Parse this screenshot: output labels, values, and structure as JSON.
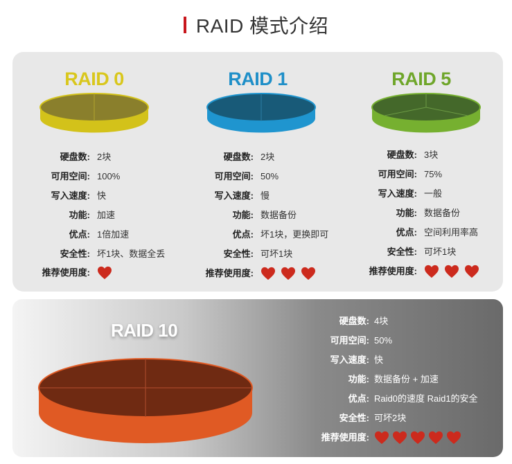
{
  "header": {
    "title": "RAID 模式介绍"
  },
  "colors": {
    "accent_red": "#c8161d",
    "raid0": "#d9c71c",
    "raid1": "#1f8fc8",
    "raid5": "#6fa62a",
    "raid10": "#e05a24",
    "heart": "#cc2a1d"
  },
  "raids": [
    {
      "name": "RAID 0",
      "rows": [
        {
          "label": "硬盘数:",
          "value": "2块"
        },
        {
          "label": "可用空间:",
          "value": "100%"
        },
        {
          "label": "写入速度:",
          "value": "快"
        },
        {
          "label": "功能:",
          "value": "加速"
        },
        {
          "label": "优点:",
          "value": "1倍加速"
        },
        {
          "label": "安全性:",
          "value": "坏1块、数据全丢"
        }
      ],
      "recommend_label": "推荐使用度:",
      "hearts": 1
    },
    {
      "name": "RAID 1",
      "rows": [
        {
          "label": "硬盘数:",
          "value": "2块"
        },
        {
          "label": "可用空间:",
          "value": "50%"
        },
        {
          "label": "写入速度:",
          "value": "慢"
        },
        {
          "label": "功能:",
          "value": "数据备份"
        },
        {
          "label": "优点:",
          "value": "坏1块，更换即可"
        },
        {
          "label": "安全性:",
          "value": "可坏1块"
        }
      ],
      "recommend_label": "推荐使用度:",
      "hearts": 3
    },
    {
      "name": "RAID 5",
      "rows": [
        {
          "label": "硬盘数:",
          "value": "3块"
        },
        {
          "label": "可用空间:",
          "value": "75%"
        },
        {
          "label": "写入速度:",
          "value": "一般"
        },
        {
          "label": "功能:",
          "value": "数据备份"
        },
        {
          "label": "优点:",
          "value": "空间利用率高"
        },
        {
          "label": "安全性:",
          "value": "可坏1块"
        }
      ],
      "recommend_label": "推荐使用度:",
      "hearts": 3
    }
  ],
  "raid10": {
    "name": "RAID 10",
    "rows": [
      {
        "label": "硬盘数:",
        "value": "4块"
      },
      {
        "label": "可用空间:",
        "value": "50%"
      },
      {
        "label": "写入速度:",
        "value": "快"
      },
      {
        "label": "功能:",
        "value": "数据备份 + 加速"
      },
      {
        "label": "优点:",
        "value": "Raid0的速度 Raid1的安全"
      },
      {
        "label": "安全性:",
        "value": "可坏2块"
      }
    ],
    "recommend_label": "推荐使用度:",
    "hearts": 5
  }
}
